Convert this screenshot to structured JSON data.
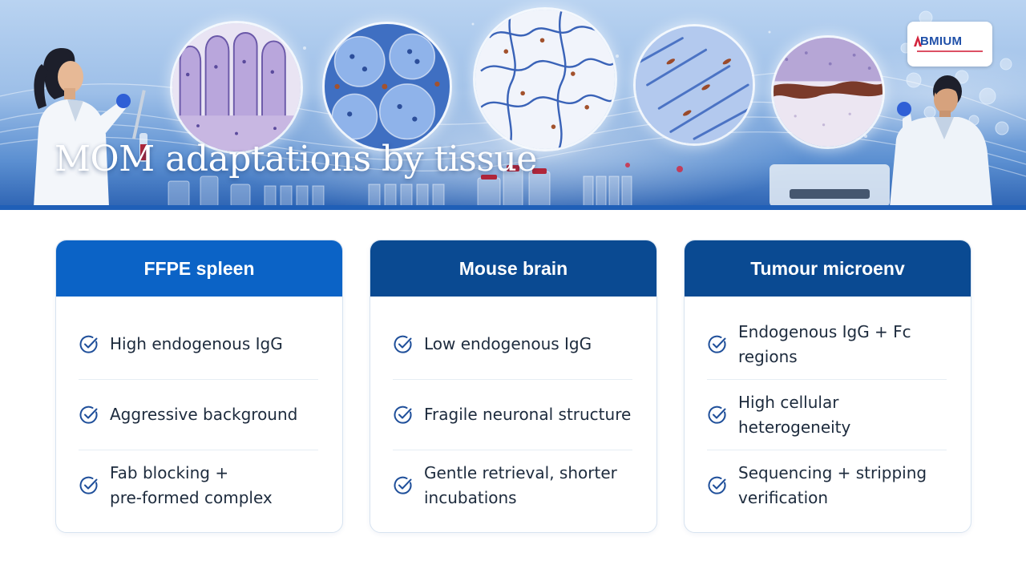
{
  "hero": {
    "title": "MOM adaptations by tissue",
    "logo_text": "BMIUM"
  },
  "colors": {
    "card1_header": "#0b63c6",
    "card_header_dark": "#0a4a92",
    "check_icon": "#1f4f9a",
    "text": "#1d2b3d"
  },
  "cards": [
    {
      "title": "FFPE spleen",
      "items": [
        {
          "line1": "High endogenous IgG",
          "line2": ""
        },
        {
          "line1": "Aggressive background",
          "line2": ""
        },
        {
          "line1": "Fab blocking +",
          "line2": "pre-formed complex"
        }
      ]
    },
    {
      "title": "Mouse brain",
      "items": [
        {
          "line1": "Low endogenous IgG",
          "line2": ""
        },
        {
          "line1": "Fragile neuronal structure",
          "line2": ""
        },
        {
          "line1": "Gentle retrieval, shorter",
          "line2": "incubations"
        }
      ]
    },
    {
      "title": "Tumour microenv",
      "items": [
        {
          "line1": "Endogenous IgG + Fc",
          "line2": "regions"
        },
        {
          "line1": "High cellular",
          "line2": "heterogeneity"
        },
        {
          "line1": "Sequencing + stripping",
          "line2": "verification"
        }
      ]
    }
  ]
}
